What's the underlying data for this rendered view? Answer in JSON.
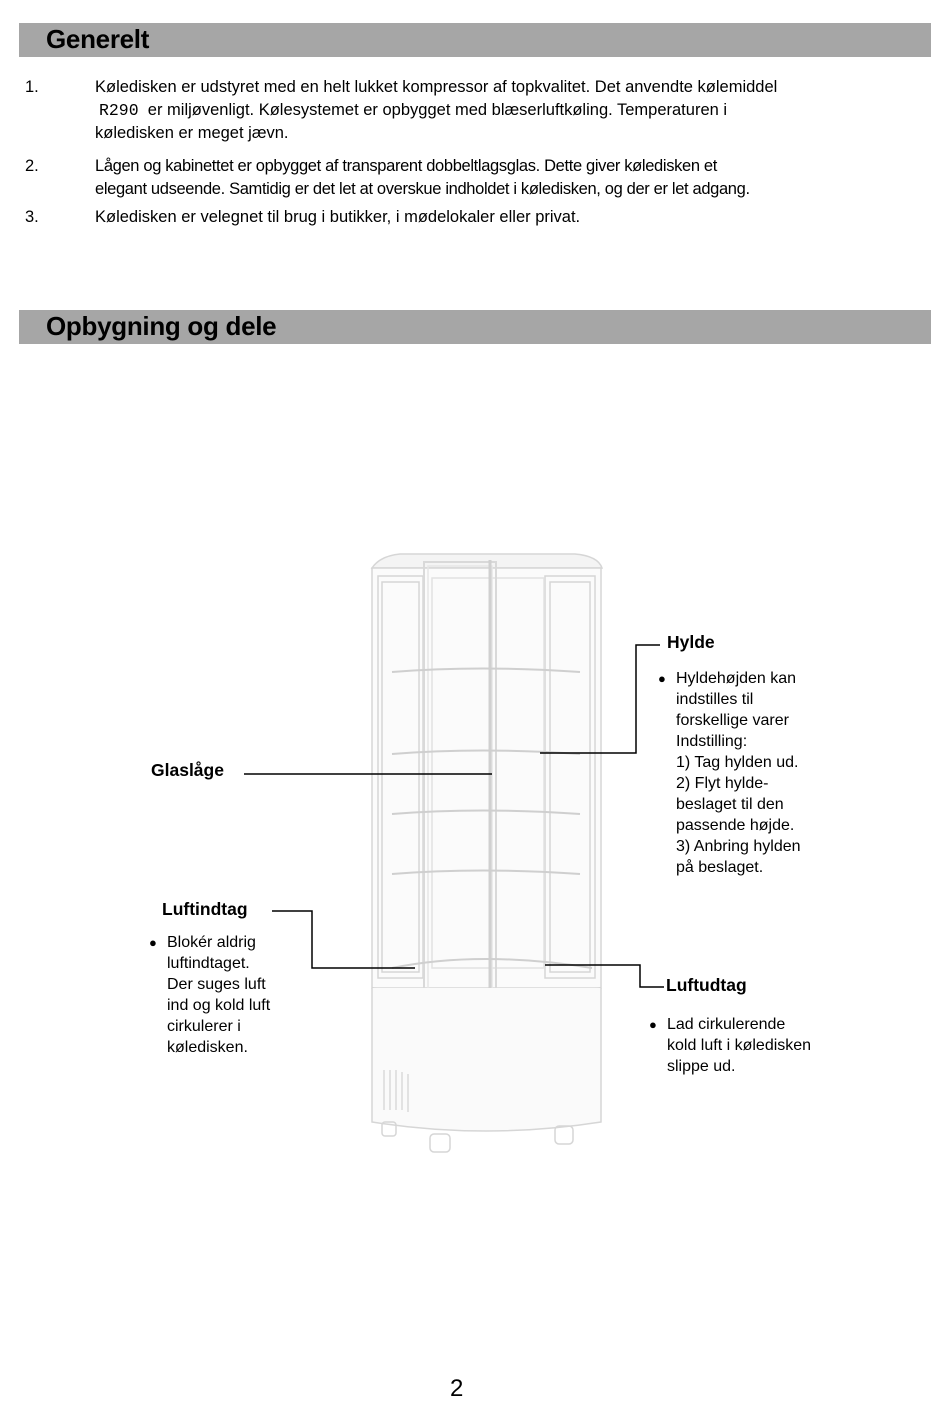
{
  "sections": {
    "general": {
      "title": "Generelt"
    },
    "parts": {
      "title": "Opbygning og dele"
    }
  },
  "general_items": [
    {
      "num": "1.",
      "line1": "Køledisken er udstyret med en helt lukket kompressor af topkvalitet. Det anvendte kølemiddel",
      "refrigerant": "R290",
      "line2": "er miljøvenligt. Kølesystemet er opbygget med blæserluftkøling. Temperaturen i",
      "line3": "køledisken er meget jævn."
    },
    {
      "num": "2.",
      "line1": "Lågen og kabinettet er opbygget af transparent dobbeltlagsglas. Dette giver køledisken et",
      "line2": "elegant udseende. Samtidig er det let at overskue indholdet i køledisken, og der er let adgang."
    },
    {
      "num": "3.",
      "line1": "Køledisken er velegnet til brug i butikker, i mødelokaler eller privat."
    }
  ],
  "parts": {
    "shelf": {
      "label": "Hylde",
      "lines": [
        "Hyldehøjden kan",
        "indstilles til",
        "forskellige varer",
        "Indstilling:",
        "1) Tag hylden ud.",
        "2) Flyt hylde-",
        "beslaget til den",
        "passende højde.",
        "3) Anbring hylden",
        "på beslaget."
      ]
    },
    "glass_door": {
      "label": "Glaslåge"
    },
    "air_intake": {
      "label": "Luftindtag",
      "lines": [
        "Blokér aldrig",
        "luftindtaget.",
        "Der suges luft",
        "ind og kold luft",
        "cirkulerer i",
        "køledisken."
      ]
    },
    "air_outlet": {
      "label": "Luftudtag",
      "lines": [
        "Lad cirkulerende",
        "kold luft i køledisken",
        "slippe ud."
      ]
    }
  },
  "page_number": "2"
}
